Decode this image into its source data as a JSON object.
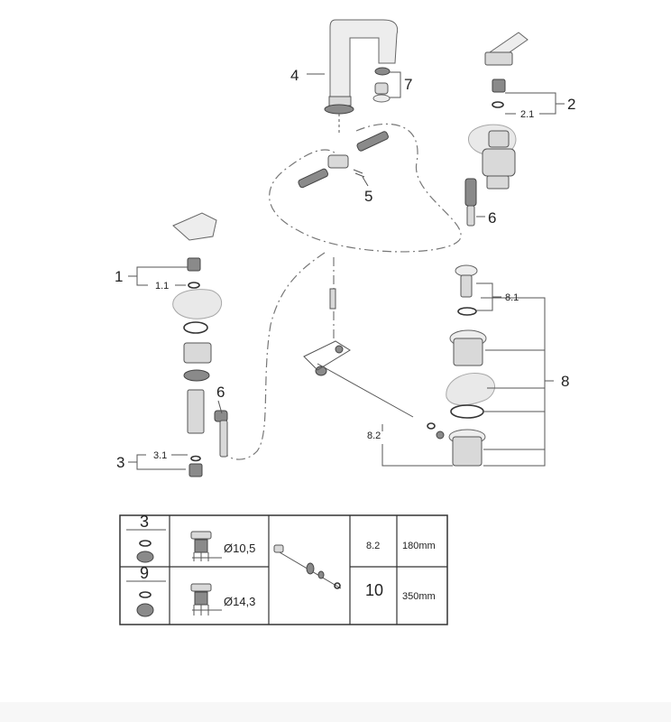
{
  "labels": {
    "c1": "1",
    "c1_1": "1.1",
    "c2": "2",
    "c2_1": "2.1",
    "c3": "3",
    "c3_1": "3.1",
    "c4": "4",
    "c5": "5",
    "c6a": "6",
    "c6b": "6",
    "c7": "7",
    "c8": "8",
    "c8_1": "8.1",
    "c8_2": "8.2"
  },
  "table": {
    "row1": {
      "part": "3",
      "size": "Ø10,5"
    },
    "row2": {
      "part": "9",
      "size": "Ø14,3"
    },
    "lengths": [
      {
        "part": "8.2",
        "length": "180mm"
      },
      {
        "part": "10",
        "length": "350mm"
      }
    ]
  }
}
